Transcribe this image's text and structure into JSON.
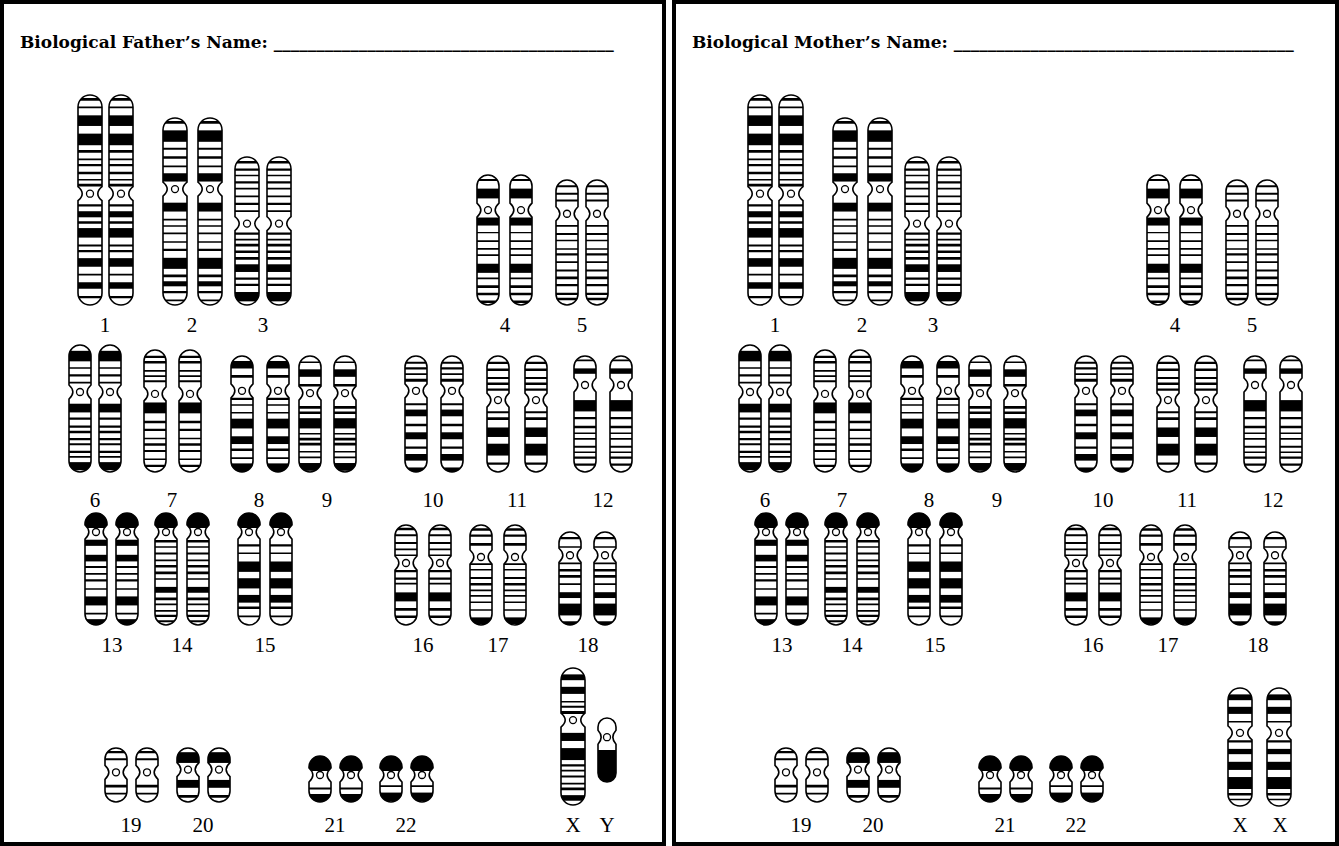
{
  "diagram": {
    "nodes": [
      {
        "text": [
          "Biological Father’s Name: ________________________________________"
        ]
      },
      {
        "text": [
          "Biological Mother’s Name: ________________________________________"
        ]
      }
    ],
    "labels": [
      "1",
      "2",
      "3",
      "4",
      "5",
      "6",
      "7",
      "8",
      "9",
      "10",
      "11",
      "12",
      "13",
      "14",
      "15",
      "16",
      "17",
      "18",
      "19",
      "20",
      "21",
      "22",
      "X",
      "Y",
      "1",
      "2",
      "3",
      "4",
      "5",
      "6",
      "7",
      "8",
      "9",
      "10",
      "11",
      "12",
      "13",
      "14",
      "15",
      "16",
      "17",
      "18",
      "19",
      "20",
      "21",
      "22",
      "X",
      "X"
    ]
  }
}
